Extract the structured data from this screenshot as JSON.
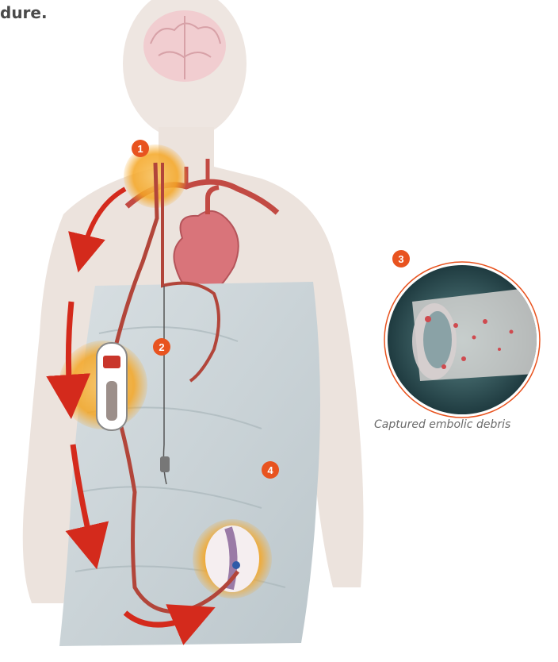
{
  "heading_fragment": "dure.",
  "callouts": [
    {
      "label": "1",
      "meaning": "filter-site"
    },
    {
      "label": "2",
      "meaning": "controller"
    },
    {
      "label": "3",
      "meaning": "debris"
    },
    {
      "label": "4",
      "meaning": "return-site"
    }
  ],
  "inset": {
    "caption": "Captured embolic debris"
  },
  "colors": {
    "badge": "#e8531f",
    "glow": "#f5a623",
    "flow_arrow": "#d42a1c",
    "drape": "#c9d2d6",
    "body": "#e9e0da",
    "tube": "#b2453a",
    "inset_border": "#e8531f"
  },
  "icons": {
    "flow": "curved-arrow-icon",
    "heart": "heart-icon",
    "brain": "brain-icon",
    "device": "controller-device-icon"
  }
}
